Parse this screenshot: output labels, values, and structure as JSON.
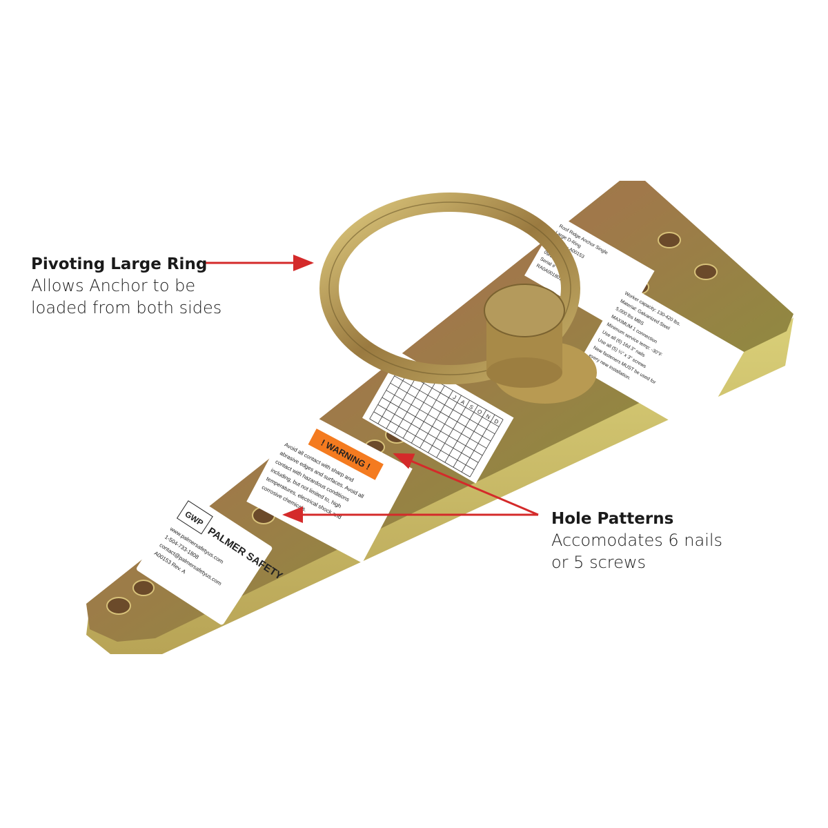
{
  "callouts": {
    "ring": {
      "title": "Pivoting Large Ring",
      "line1": "Allows Anchor to be",
      "line2": "loaded from both sides"
    },
    "holes": {
      "title": "Hole Patterns",
      "line1": "Accomodates 6 nails",
      "line2": "or 5 screws"
    }
  },
  "stickers": {
    "warning": {
      "header": "! WARNING !",
      "lines": [
        "Avoid all contact with sharp and",
        "abrasive edges and surfaces. Avoid all",
        "contact with hazardous conditions",
        "including, but not limited to, high",
        "temperatures, electrical shock and",
        "corrosive chemicals."
      ]
    },
    "brand": {
      "logo_small": "GWP",
      "logo_large": "PALMER SAFETY",
      "lines": [
        "www.palmersafetyus.com",
        "1-504-733-1808",
        "contact@palmersafetyus.com",
        "A00153 Rev. A"
      ]
    },
    "product": {
      "lines": [
        "Roof Ridge Anchor  Single",
        "Large D-Ring",
        "Part No.: A00153",
        "DOM:",
        "09/2021",
        "Serial #",
        "RA0A001801"
      ]
    },
    "specs": {
      "lines": [
        "Worker capacity: 130-420 lbs.",
        "Material: Galvanized Steel",
        "5,000 lbs MBS",
        "MAXIMUM 1 connection",
        "Minimum service temp: -30°F",
        "Use all (6) 16d 3\" nails",
        "Use all (5) ¼\" x 3\" screws",
        "New fasteners MUST be used for",
        "every new installation."
      ]
    },
    "inspection": {
      "months": [
        "J",
        "A",
        "S",
        "O",
        "N",
        "D"
      ]
    }
  },
  "colors": {
    "arrow": "#d42a2a",
    "warning_orange": "#f47b20",
    "plate": "#9c8a3e"
  }
}
